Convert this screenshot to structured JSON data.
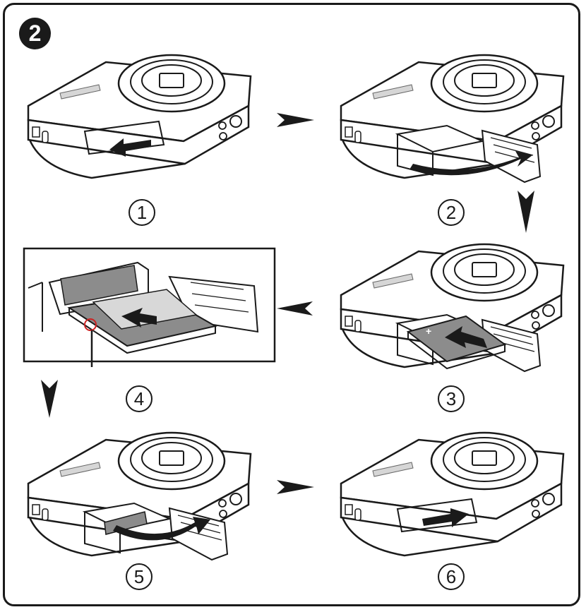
{
  "badge": "2",
  "steps": [
    {
      "number": "1",
      "illustration": "camera-door-closed",
      "arrow": "slide-open"
    },
    {
      "number": "2",
      "illustration": "camera-door-open",
      "arrow": "swing-open"
    },
    {
      "number": "3",
      "illustration": "camera-insert-battery",
      "arrow": "push-in"
    },
    {
      "number": "4",
      "illustration": "battery-latch-closeup",
      "arrow": "push-in"
    },
    {
      "number": "5",
      "illustration": "camera-door-closing",
      "arrow": "swing-closed"
    },
    {
      "number": "6",
      "illustration": "camera-door-closed",
      "arrow": "slide-closed"
    }
  ],
  "colors": {
    "line": "#1a1a1a",
    "fill": "#ffffff",
    "battery": "#8c8c8c",
    "highlight": "#cc2222"
  }
}
